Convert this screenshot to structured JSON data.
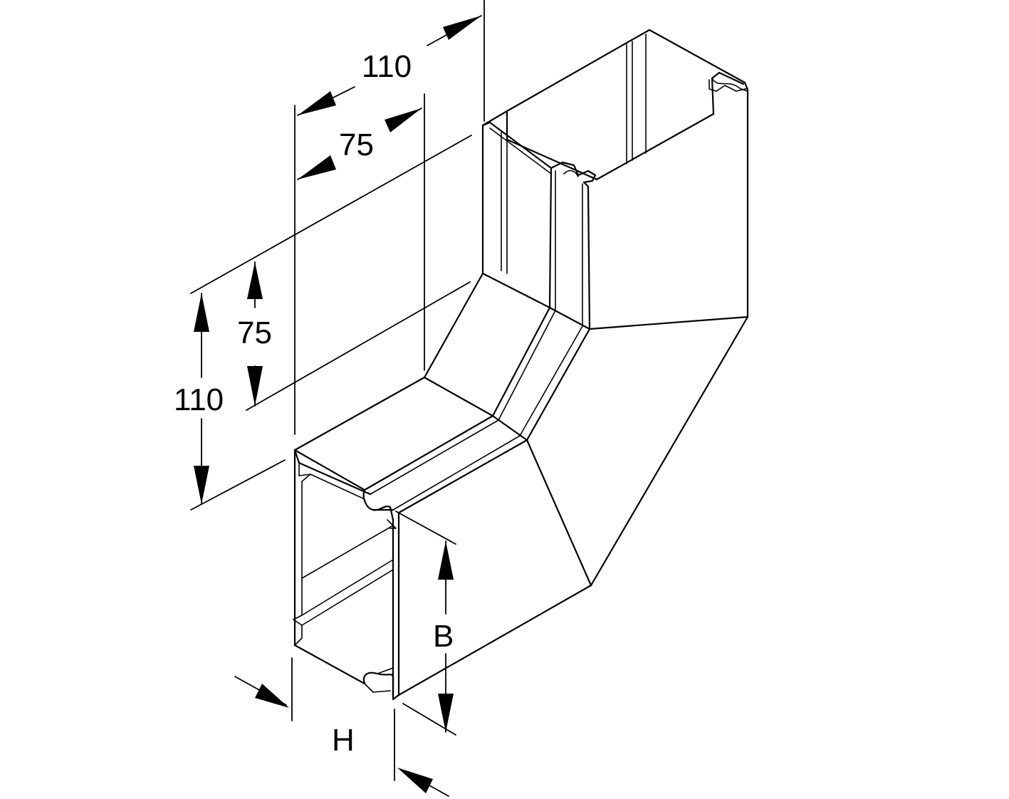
{
  "dimensions": {
    "top_outer": "110",
    "top_inner": "75",
    "left_outer": "110",
    "left_inner": "75",
    "width_label": "B",
    "height_label": "H"
  }
}
